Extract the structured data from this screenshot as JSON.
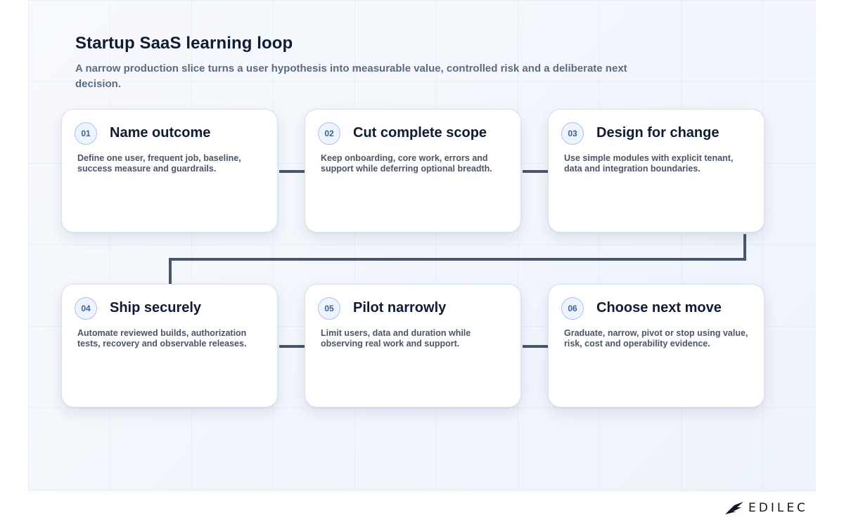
{
  "title": "Startup SaaS learning loop",
  "subtitle": "A narrow production slice turns a user hypothesis into measurable value, controlled risk and a deliberate next decision.",
  "steps": [
    {
      "number": "01",
      "title": "Name outcome",
      "description": "Define one user, frequent job, baseline, success measure and guardrails."
    },
    {
      "number": "02",
      "title": "Cut complete scope",
      "description": "Keep onboarding, core work, errors and support while deferring optional breadth."
    },
    {
      "number": "03",
      "title": "Design for change",
      "description": "Use simple modules with explicit tenant, data and integration boundaries."
    },
    {
      "number": "04",
      "title": "Ship securely",
      "description": "Automate reviewed builds, authorization tests, recovery and observable releases."
    },
    {
      "number": "05",
      "title": "Pilot narrowly",
      "description": "Limit users, data and duration while observing real work and support."
    },
    {
      "number": "06",
      "title": "Choose next move",
      "description": "Graduate, narrow, pivot or stop using value, risk, cost and operability evidence."
    }
  ],
  "brand": {
    "name": "EDILEC",
    "logo_icon": "edilec-wing-logo"
  },
  "colors": {
    "connector": "#4a5568",
    "badge_border": "#a9c3ec",
    "title": "#0f1c33"
  }
}
